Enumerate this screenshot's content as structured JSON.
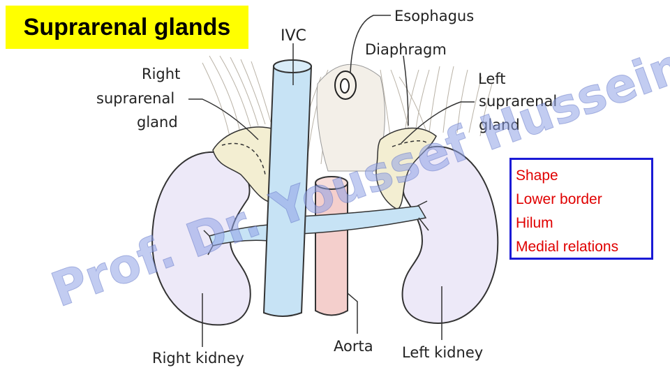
{
  "title": "Suprarenal glands",
  "labels": {
    "ivc": "IVC",
    "esophagus": "Esophagus",
    "diaphragm": "Diaphragm",
    "right_gland_line1": "Right",
    "right_gland_line2": "suprarenal",
    "right_gland_line3": "gland",
    "left_gland_line1": "Left",
    "left_gland_line2": "suprarenal",
    "left_gland_line3": "gland",
    "right_kidney": "Right kidney",
    "left_kidney": "Left kidney",
    "aorta": "Aorta"
  },
  "topics": [
    "Shape",
    "Lower border",
    "Hilum",
    "Medial relations"
  ],
  "watermark": "Prof. Dr. Youssef Hussein",
  "colors": {
    "title_bg": "#ffff00",
    "topics_text": "#e00000",
    "topics_border": "#1a1ad6",
    "ivc": "#c7e3f5",
    "aorta": "#f4cfcc",
    "kidney": "#ede9f8",
    "gland": "#f3eed2",
    "watermark": "#8fa3e6"
  }
}
